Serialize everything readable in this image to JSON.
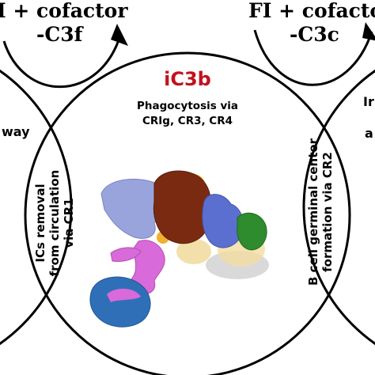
{
  "top_left_label": {
    "line1": "I + cofactor",
    "line2": "-C3f"
  },
  "top_right_label": {
    "line1": "FI + cofactor",
    "line2": "-C3c"
  },
  "center": {
    "title": "iC3b",
    "title_color": "#c1121f",
    "function_line1": "Phagocytosis via",
    "function_line2": "CRIg, CR3, CR4"
  },
  "left_partial_text": "way",
  "right_partial_text": {
    "line1": "Ir",
    "line2": "a"
  },
  "left_lens": {
    "line1": "ICs removal",
    "line2": "from circulation",
    "line3": "via CR1"
  },
  "right_lens": {
    "line1": "B cell germinal center",
    "line2": "formation via CR2"
  },
  "protein_structure": {
    "domain_colors": [
      "#9aa4dc",
      "#7b2a12",
      "#f0b030",
      "#5b6fd0",
      "#2e8b2e",
      "#d96ad9",
      "#2f6fb8",
      "#f2dca0",
      "#c0c0c0"
    ]
  }
}
